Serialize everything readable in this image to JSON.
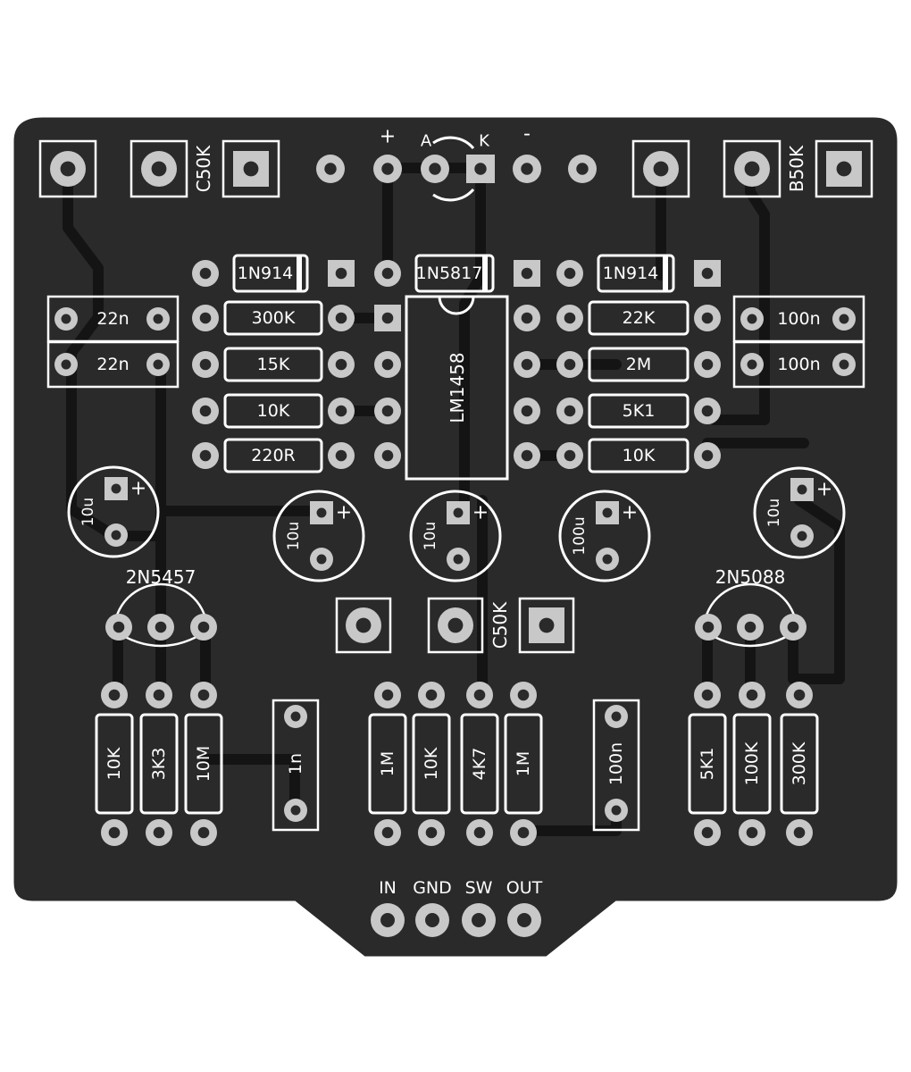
{
  "colors": {
    "board": "#2a2a2a",
    "trace": "#141414",
    "silk": "#ffffff",
    "pad_ring": "#c8c8c8",
    "hole": "#2a2a2a"
  },
  "pots": {
    "left_label": "C50K",
    "center_label": "C50K",
    "right_label": "B50K"
  },
  "led": {
    "plus": "+",
    "anode": "A",
    "cathode": "K",
    "minus": "-"
  },
  "diodes": {
    "d1": "1N914",
    "d2": "1N5817",
    "d3": "1N914"
  },
  "ic": {
    "label": "LM1458"
  },
  "left_caps": [
    "22n",
    "22n"
  ],
  "right_caps": [
    "100n",
    "100n"
  ],
  "left_resistors": [
    "300K",
    "15K",
    "10K",
    "220R"
  ],
  "right_resistors": [
    "22K",
    "2M",
    "5K1",
    "10K"
  ],
  "electrolytics": {
    "c1": "10u",
    "c2": "10u",
    "c3": "10u",
    "c4": "100u",
    "c5": "10u",
    "plus": "+"
  },
  "transistors": {
    "q1": "2N5457",
    "q2": "2N5088"
  },
  "bottom_left": [
    "10K",
    "3K3",
    "10M"
  ],
  "film_cap_left": "1n",
  "bottom_center": [
    "1M",
    "10K",
    "4K7",
    "1M"
  ],
  "film_cap_right": "100n",
  "bottom_right": [
    "5K1",
    "100K",
    "300K"
  ],
  "io_labels": [
    "IN",
    "GND",
    "SW",
    "OUT"
  ]
}
